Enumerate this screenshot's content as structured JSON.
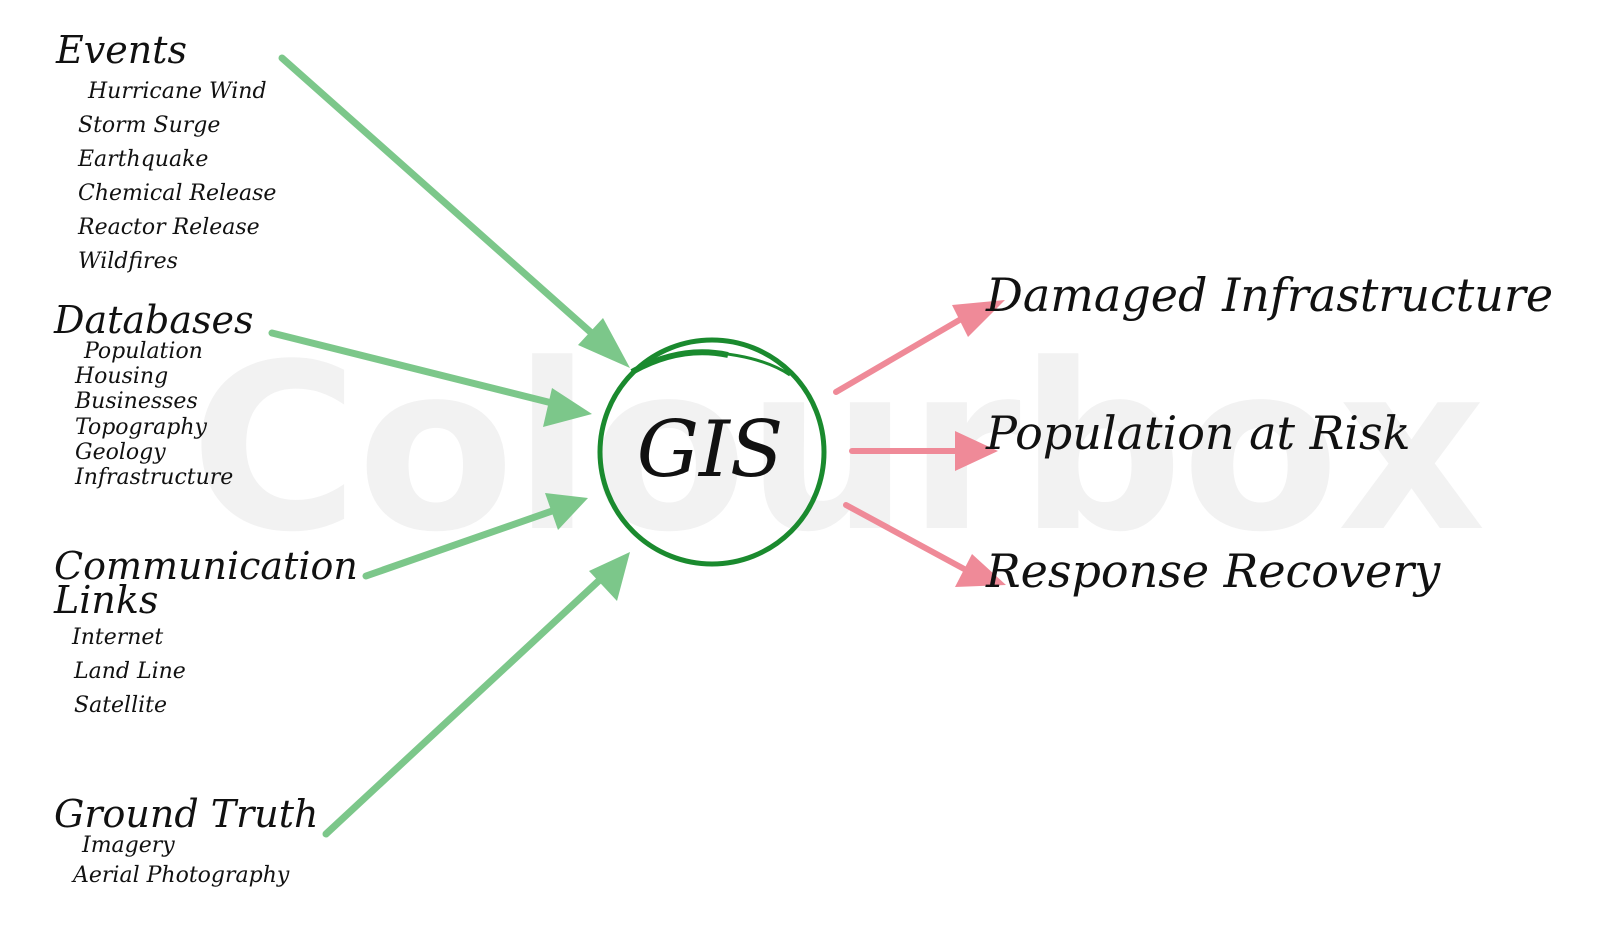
{
  "watermark": "Colourbox",
  "center": {
    "label": "GIS"
  },
  "inputs": {
    "events": {
      "title": "Events",
      "items": [
        "Hurricane Wind",
        "Storm Surge",
        "Earthquake",
        "Chemical Release",
        "Reactor Release",
        "Wildfires"
      ]
    },
    "databases": {
      "title": "Databases",
      "items": [
        "Population",
        "Housing",
        "Businesses",
        "Topography",
        "Geology",
        "Infrastructure"
      ]
    },
    "communication": {
      "title_line1": "Communication",
      "title_line2": "Links",
      "items": [
        "Internet",
        "Land Line",
        "Satellite"
      ]
    },
    "ground_truth": {
      "title": "Ground Truth",
      "items": [
        "Imagery",
        "Aerial Photography"
      ]
    }
  },
  "outputs": [
    "Damaged Infrastructure",
    "Population at Risk",
    "Response Recovery"
  ],
  "colors": {
    "input_arrow": "#7cc78a",
    "output_arrow": "#ef8a98",
    "circle": "#1a8a2e",
    "text": "#111111",
    "watermark": "#f2f2f2"
  }
}
